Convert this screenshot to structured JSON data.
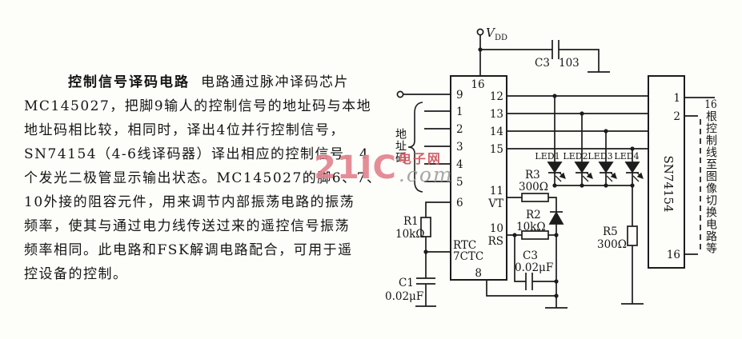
{
  "paragraph": {
    "title": "控制信号译码电路",
    "line1_rest": "电路通过脉冲译码芯片",
    "lines": [
      "MC145027，把脚9输人的控制信号的地址码与本地",
      "地址码相比较，相同时，译出4位并行控制信号，",
      "SN74154（4-6线译码器）译出相应的控制信号。4",
      "个发光二极管显示输出状态。MC145027的脚6、7、",
      "10外接的阻容元件，用来调节内部振荡电路的振荡",
      "频率，使其与通过电力线传送过来的遥控信号振荡",
      "频率相同。此电路和FSK解调电路配合，可用于遥",
      "控设备的控制。"
    ]
  },
  "watermark": {
    "brand": "21IC",
    "site": "电子网",
    "domain": ".com"
  },
  "schematic": {
    "vdd": {
      "v": "V",
      "sub": "DD"
    },
    "c3a": {
      "ref": "C3",
      "value": "103"
    },
    "address_label": "地址码",
    "ic1": {
      "p16": "16",
      "p9": "9",
      "p1": "1",
      "p2": "2",
      "p3": "3",
      "p4": "4",
      "p5": "5",
      "p6": "6",
      "osc1": "RTC",
      "osc2": "7CTC",
      "p8": "8",
      "p12": "12",
      "p13": "13",
      "p14": "14",
      "p15": "15",
      "p11": "11",
      "vt": "VT",
      "p10": "10",
      "rs": "RS"
    },
    "r1": {
      "ref": "R1",
      "value": "10kΩ"
    },
    "c1": {
      "ref": "C1",
      "value": "0.02μF"
    },
    "r3": {
      "ref": "R3",
      "value": "300Ω"
    },
    "r2": {
      "ref": "R2",
      "value": "10kΩ"
    },
    "c3b": {
      "ref": "C3",
      "value": "0.02μF"
    },
    "r5": {
      "ref": "R5",
      "value": "300Ω"
    },
    "leds": [
      "LED1",
      "LED2",
      "LED3",
      "LED4"
    ],
    "ic2": {
      "name": "SN74154",
      "p1": "1",
      "p2": "2",
      "p16": "16"
    },
    "bus_note_num": "16",
    "bus_note_text": "根控制线至图像切换电路等",
    "ink": "#1c1c1c",
    "watermark_red": "#e4848f"
  }
}
